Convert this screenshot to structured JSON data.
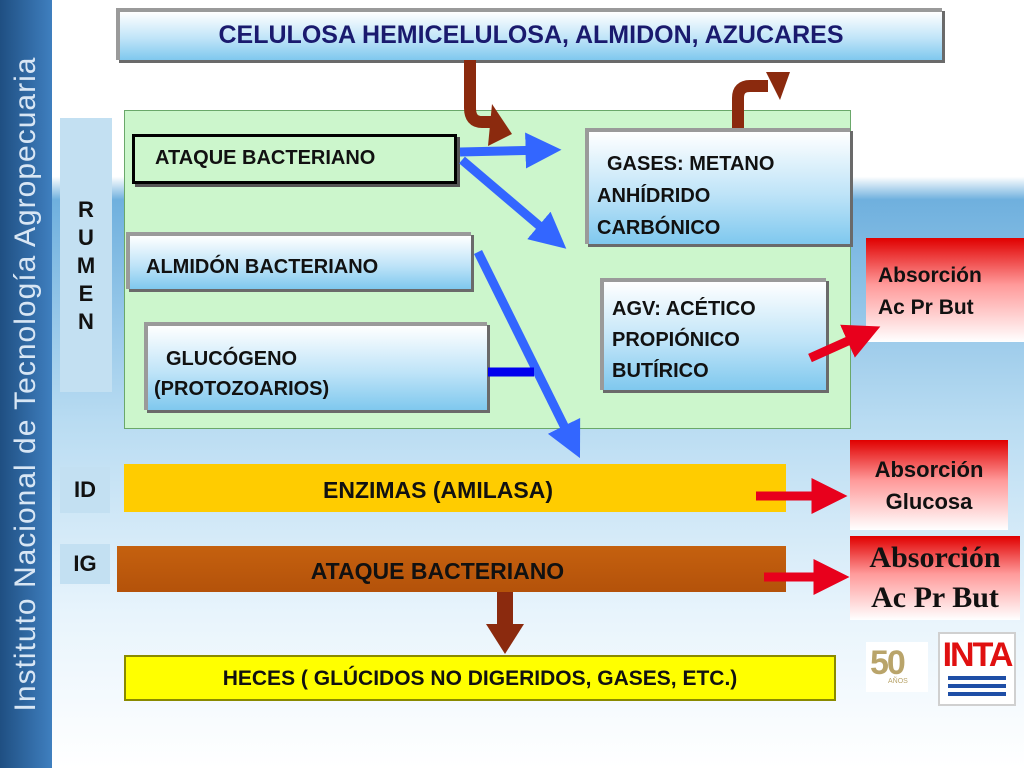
{
  "sidebar": {
    "text": "Instituto Nacional de Tecnología Agropecuaria"
  },
  "title": "CELULOSA HEMICELULOSA, ALMIDON, AZUCARES",
  "rumen": {
    "letters": [
      "R",
      "U",
      "M",
      "E",
      "N"
    ]
  },
  "rumen_boxes": {
    "ataque": "ATAQUE BACTERIANO",
    "almidon": "ALMIDÓN BACTERIANO",
    "glucogeno": [
      "GLUCÓGENO",
      "(PROTOZOARIOS)"
    ],
    "gases": [
      "GASES: METANO",
      "ANHÍDRIDO",
      "CARBÓNICO"
    ],
    "agv": [
      "AGV: ACÉTICO",
      "PROPIÓNICO",
      "BUTÍRICO"
    ]
  },
  "absorption": {
    "rumen": [
      "Absorción",
      "Ac Pr But"
    ],
    "id": [
      "Absorción",
      "Glucosa"
    ],
    "ig": [
      "Absorción",
      "Ac Pr But"
    ]
  },
  "id_row": {
    "label": "ID",
    "text": "ENZIMAS (AMILASA)"
  },
  "ig_row": {
    "label": "IG",
    "text": "ATAQUE BACTERIANO"
  },
  "heces": "HECES ( GLÚCIDOS NO DIGERIDOS, GASES, ETC.)",
  "logos": {
    "anniversary_number": "50",
    "anniversary_text": "AÑOS",
    "inta": "INTA"
  },
  "colors": {
    "arrow_brown": "#8b2a0e",
    "arrow_blue": "#3366ff",
    "arrow_red": "#e8001c",
    "id_bar": "#ffcc00",
    "ig_bar": "#c15a0c",
    "heces_bar": "#ffff00"
  }
}
